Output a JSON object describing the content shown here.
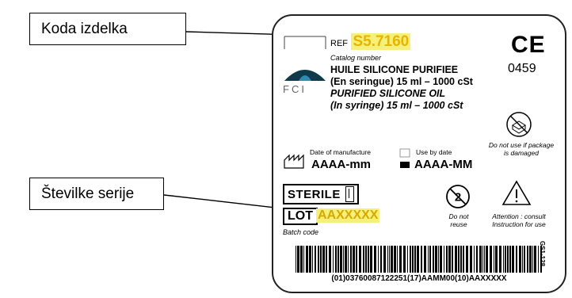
{
  "callouts": {
    "product_code": "Koda izdelka",
    "batch_numbers": "Številke serije"
  },
  "label": {
    "ref_symbol": "REF",
    "ref_value": "S5.7160",
    "catalog_caption": "Catalog number",
    "logo_text": "FCI",
    "product_fr_line1": "HUILE SILICONE PURIFIEE",
    "product_fr_line2": "(En seringue) 15 ml – 1000 cSt",
    "product_en_line1": "PURIFIED SILICONE OIL",
    "product_en_line2": "(In syringe) 15 ml – 1000 cSt",
    "ce_mark": "CE",
    "notified_body": "0459",
    "manufacture_caption": "Date of manufacture",
    "manufacture_value": "AAAA-mm",
    "use_by_caption": "Use by date",
    "use_by_value": "AAAA-MM",
    "damaged_warning": "Do not use if package is damaged",
    "sterile_label": "STERILE",
    "lot_label": "LOT",
    "lot_value": "AAXXXXX",
    "batch_caption": "Batch code",
    "no_reuse_caption": "Do not reuse",
    "consult_caption": "Attention : consult Instruction for use",
    "side_code": "GS1-128",
    "barcode_text": "(01)03760087122251(17)AAMM00(10)AAXXXXX"
  },
  "colors": {
    "highlight": "#f5f079",
    "ref_text": "#e8b400"
  }
}
